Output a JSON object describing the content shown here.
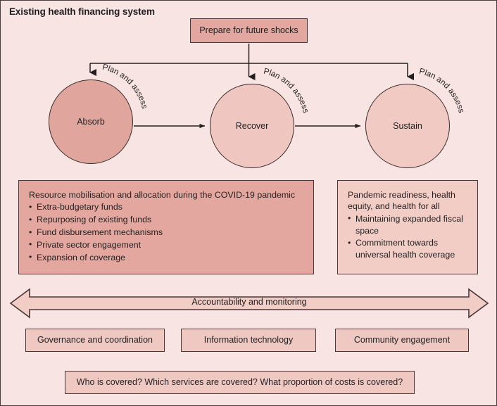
{
  "figure": {
    "title": "Existing health financing system",
    "background_color": "#f8e4e2",
    "border_color": "#4a3c3c"
  },
  "top_node": {
    "label": "Prepare for future shocks",
    "fill_color": "#e3a79f"
  },
  "cycle": {
    "edge_label": "Plan and assess",
    "nodes": [
      {
        "label": "Absorb",
        "fill_color": "#e0a69d",
        "curved_label": "Plan and assess"
      },
      {
        "label": "Recover",
        "fill_color": "#f0c7c0",
        "curved_label": "Plan and assess"
      },
      {
        "label": "Sustain",
        "fill_color": "#f1cac3",
        "curved_label": "Plan and assess"
      }
    ]
  },
  "panels": {
    "resource": {
      "heading": "Resource mobilisation and allocation during the COVID-19 pandemic",
      "fill_color": "#e3a79f",
      "bullets": [
        "Extra-budgetary funds",
        "Repurposing of existing funds",
        "Fund disbursement mechanisms",
        "Private sector engagement",
        "Expansion of coverage"
      ]
    },
    "readiness": {
      "heading": "Pandemic readiness, health equity, and health for all",
      "fill_color": "#f2cdc6",
      "bullets": [
        "Maintaining expanded fiscal space",
        "Commitment towards universal health coverage"
      ]
    }
  },
  "accountability_arrow": {
    "label": "Accountability and monitoring",
    "fill_color": "#f2cdc6"
  },
  "enablers": [
    {
      "label": "Governance and coordination",
      "fill_color": "#f0c8c2"
    },
    {
      "label": "Information technology",
      "fill_color": "#f0c8c2"
    },
    {
      "label": "Community engagement",
      "fill_color": "#f0c8c2"
    }
  ],
  "question_bar": {
    "label": "Who is covered? Which services are covered? What proportion of costs is covered?",
    "fill_color": "#f0c8c2"
  }
}
